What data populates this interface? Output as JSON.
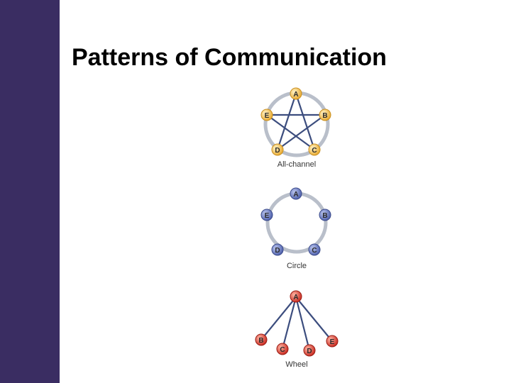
{
  "slide": {
    "title": "Patterns of Communication",
    "sidebar_color": "#3a2d62"
  },
  "networks": [
    {
      "caption": "All-channel",
      "node_color": "#f3c45a",
      "edge_color": "#4a5a88",
      "nodes": [
        "A",
        "B",
        "C",
        "D",
        "E"
      ],
      "pattern": "all-channel"
    },
    {
      "caption": "Circle",
      "node_color": "#6a7cc4",
      "edge_color": "#8a94a8",
      "nodes": [
        "A",
        "B",
        "C",
        "D",
        "E"
      ],
      "pattern": "circle"
    },
    {
      "caption": "Wheel",
      "node_color": "#e2483a",
      "edge_color": "#4a5a88",
      "nodes": [
        "A",
        "B",
        "C",
        "D",
        "E"
      ],
      "pattern": "wheel"
    }
  ]
}
